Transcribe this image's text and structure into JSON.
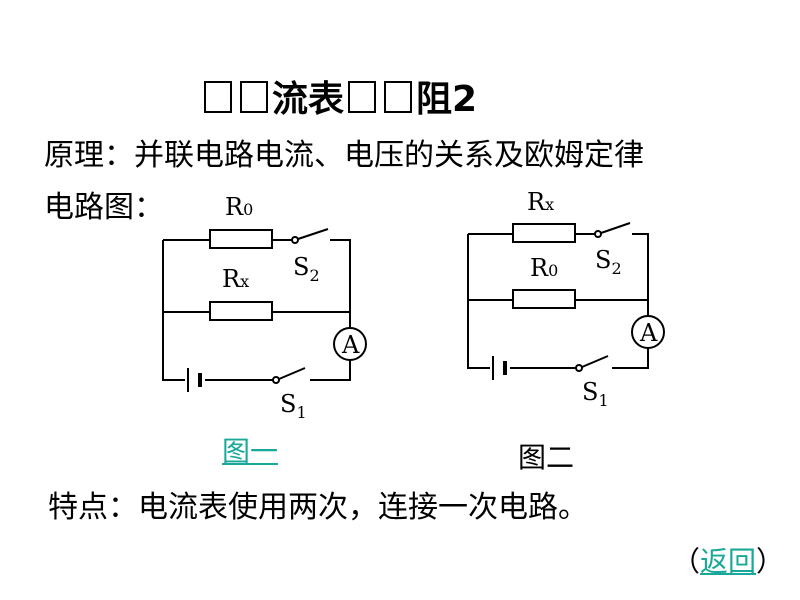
{
  "title": {
    "prefix": "",
    "main": "流表",
    "suffix": "阻2"
  },
  "principle": "原理：并联电路电流、电压的关系及欧姆定律",
  "diagram_label": "电路图：",
  "fig1": {
    "caption": "图一",
    "top_resistor": {
      "letter": "R",
      "sub": "0"
    },
    "mid_resistor": {
      "letter": "R",
      "sub": "x"
    },
    "switch2": {
      "letter": "S",
      "sub": "2"
    },
    "switch1": {
      "letter": "S",
      "sub": "1"
    },
    "ammeter": "A"
  },
  "fig2": {
    "caption": "图二",
    "top_resistor": {
      "letter": "R",
      "sub": "x"
    },
    "mid_resistor": {
      "letter": "R",
      "sub": "0"
    },
    "switch2": {
      "letter": "S",
      "sub": "2"
    },
    "switch1": {
      "letter": "S",
      "sub": "1"
    },
    "ammeter": "A"
  },
  "feature": "特点：电流表使用两次，连接一次电路。",
  "return": {
    "open": "（",
    "label": "返回",
    "close": "）"
  }
}
